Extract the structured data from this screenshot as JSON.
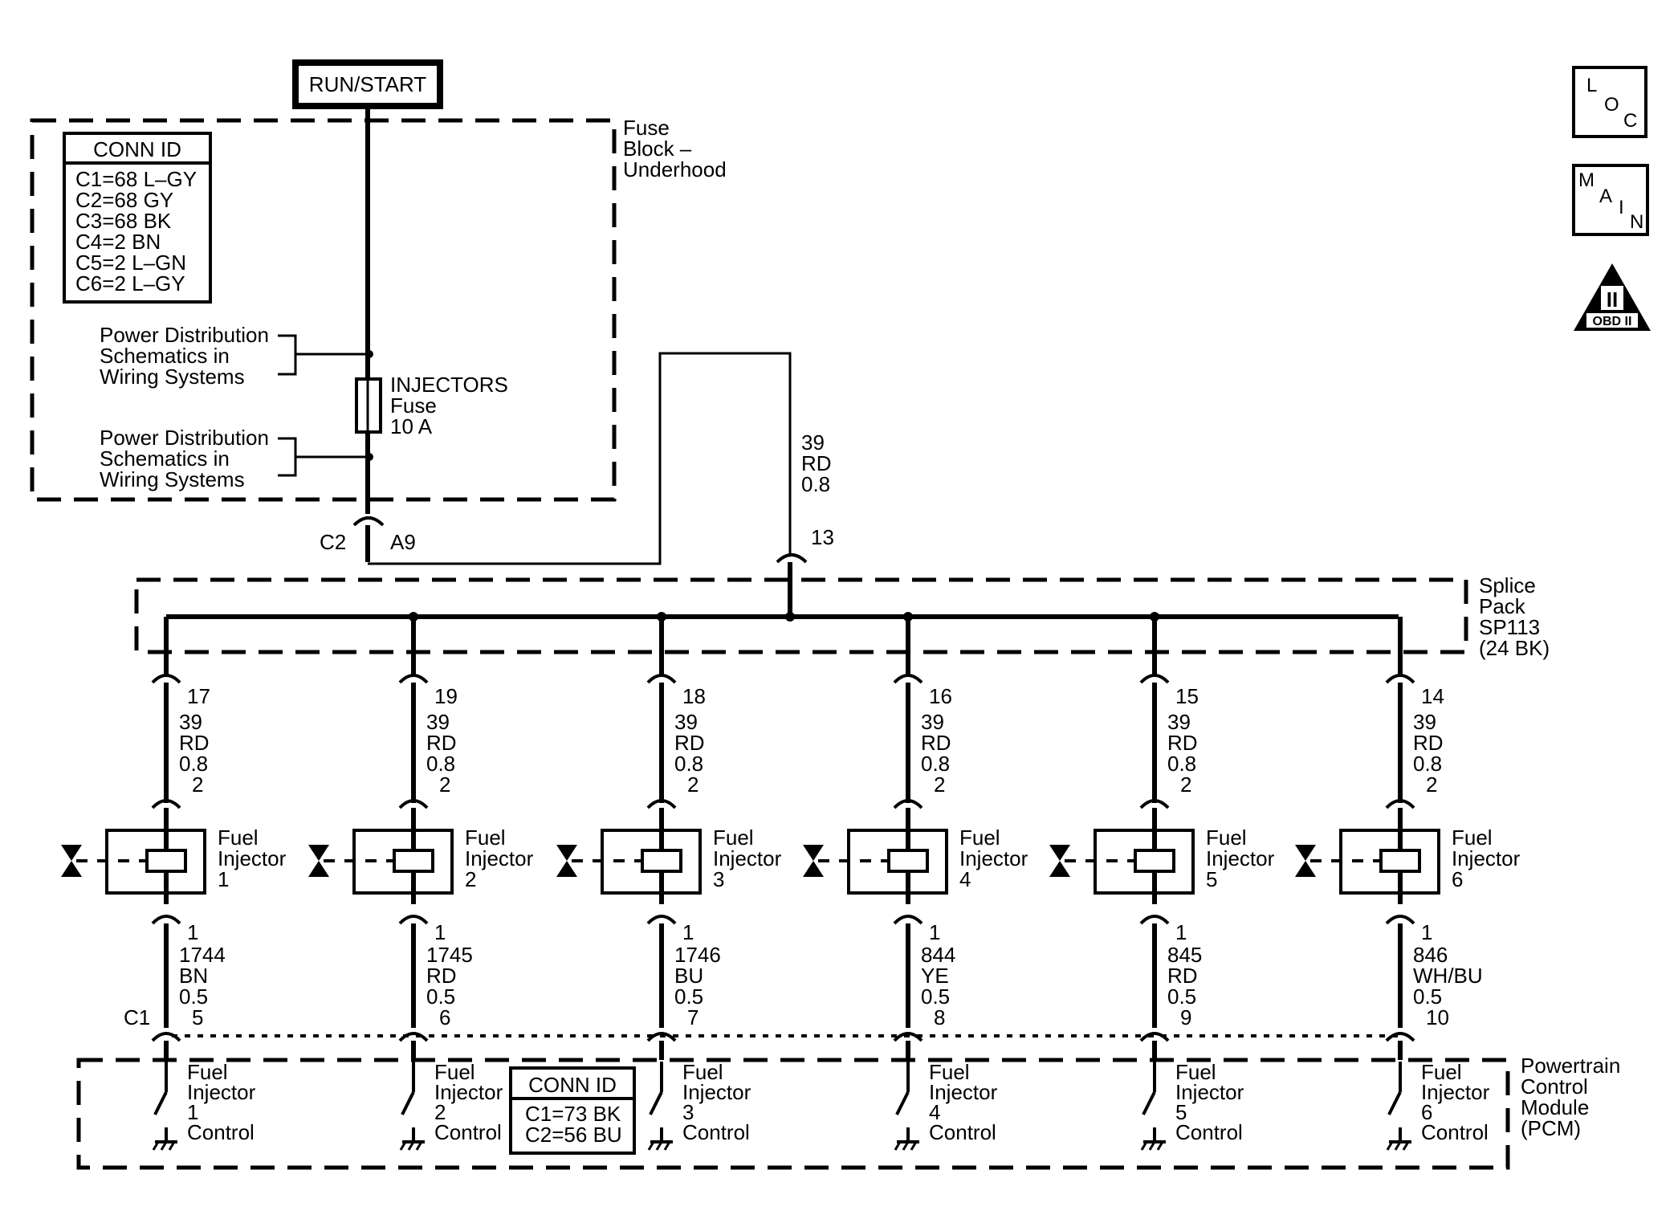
{
  "power": {
    "run_start": "RUN/START"
  },
  "fuse_block": {
    "title": [
      "Fuse",
      "Block –",
      "Underhood"
    ],
    "conn_id_title": "CONN ID",
    "conn_ids": [
      "C1=68 L–GY",
      "C2=68 GY",
      "C3=68 BK",
      "C4=2 BN",
      "C5=2 L–GN",
      "C6=2 L–GY"
    ],
    "power_dist_1": [
      "Power Distribution",
      "Schematics in",
      "Wiring Systems"
    ],
    "power_dist_2": [
      "Power Distribution",
      "Schematics in",
      "Wiring Systems"
    ],
    "fuse_label": [
      "INJECTORS",
      "Fuse",
      "10 A"
    ],
    "connector_left": "C2",
    "connector_right": "A9"
  },
  "feed_wire": {
    "lines": [
      "39",
      "RD",
      "0.8"
    ],
    "splice_pin": "13"
  },
  "splice_pack": {
    "title": [
      "Splice",
      "Pack",
      "SP113",
      "(24 BK)"
    ]
  },
  "injectors": [
    {
      "splice_pin": "17",
      "supply": [
        "39",
        "RD",
        "0.8"
      ],
      "inj_pin_top": "2",
      "label": [
        "Fuel",
        "Injector",
        "1"
      ],
      "inj_pin_bottom": "1",
      "signal": [
        "1744",
        "BN",
        "0.5"
      ],
      "pcm_pin": "5",
      "pcm_label": [
        "Fuel",
        "Injector",
        "1",
        "Control"
      ]
    },
    {
      "splice_pin": "19",
      "supply": [
        "39",
        "RD",
        "0.8"
      ],
      "inj_pin_top": "2",
      "label": [
        "Fuel",
        "Injector",
        "2"
      ],
      "inj_pin_bottom": "1",
      "signal": [
        "1745",
        "RD",
        "0.5"
      ],
      "pcm_pin": "6",
      "pcm_label": [
        "Fuel",
        "Injector",
        "2",
        "Control"
      ]
    },
    {
      "splice_pin": "18",
      "supply": [
        "39",
        "RD",
        "0.8"
      ],
      "inj_pin_top": "2",
      "label": [
        "Fuel",
        "Injector",
        "3"
      ],
      "inj_pin_bottom": "1",
      "signal": [
        "1746",
        "BU",
        "0.5"
      ],
      "pcm_pin": "7",
      "pcm_label": [
        "Fuel",
        "Injector",
        "3",
        "Control"
      ]
    },
    {
      "splice_pin": "16",
      "supply": [
        "39",
        "RD",
        "0.8"
      ],
      "inj_pin_top": "2",
      "label": [
        "Fuel",
        "Injector",
        "4"
      ],
      "inj_pin_bottom": "1",
      "signal": [
        "844",
        "YE",
        "0.5"
      ],
      "pcm_pin": "8",
      "pcm_label": [
        "Fuel",
        "Injector",
        "4",
        "Control"
      ]
    },
    {
      "splice_pin": "15",
      "supply": [
        "39",
        "RD",
        "0.8"
      ],
      "inj_pin_top": "2",
      "label": [
        "Fuel",
        "Injector",
        "5"
      ],
      "inj_pin_bottom": "1",
      "signal": [
        "845",
        "RD",
        "0.5"
      ],
      "pcm_pin": "9",
      "pcm_label": [
        "Fuel",
        "Injector",
        "5",
        "Control"
      ]
    },
    {
      "splice_pin": "14",
      "supply": [
        "39",
        "RD",
        "0.8"
      ],
      "inj_pin_top": "2",
      "label": [
        "Fuel",
        "Injector",
        "6"
      ],
      "inj_pin_bottom": "1",
      "signal": [
        "846",
        "WH/BU",
        "0.5"
      ],
      "pcm_pin": "10",
      "pcm_label": [
        "Fuel",
        "Injector",
        "6",
        "Control"
      ]
    }
  ],
  "pcm": {
    "connector": "C1",
    "conn_id_title": "CONN ID",
    "conn_ids": [
      "C1=73 BK",
      "C2=56 BU"
    ],
    "title": [
      "Powertrain",
      "Control",
      "Module",
      "(PCM)"
    ]
  },
  "nav": {
    "loc": [
      "L",
      "O",
      "C"
    ],
    "main": [
      "M",
      "A",
      "I",
      "N"
    ],
    "obd": {
      "numeral": "II",
      "text": "OBD II"
    }
  }
}
